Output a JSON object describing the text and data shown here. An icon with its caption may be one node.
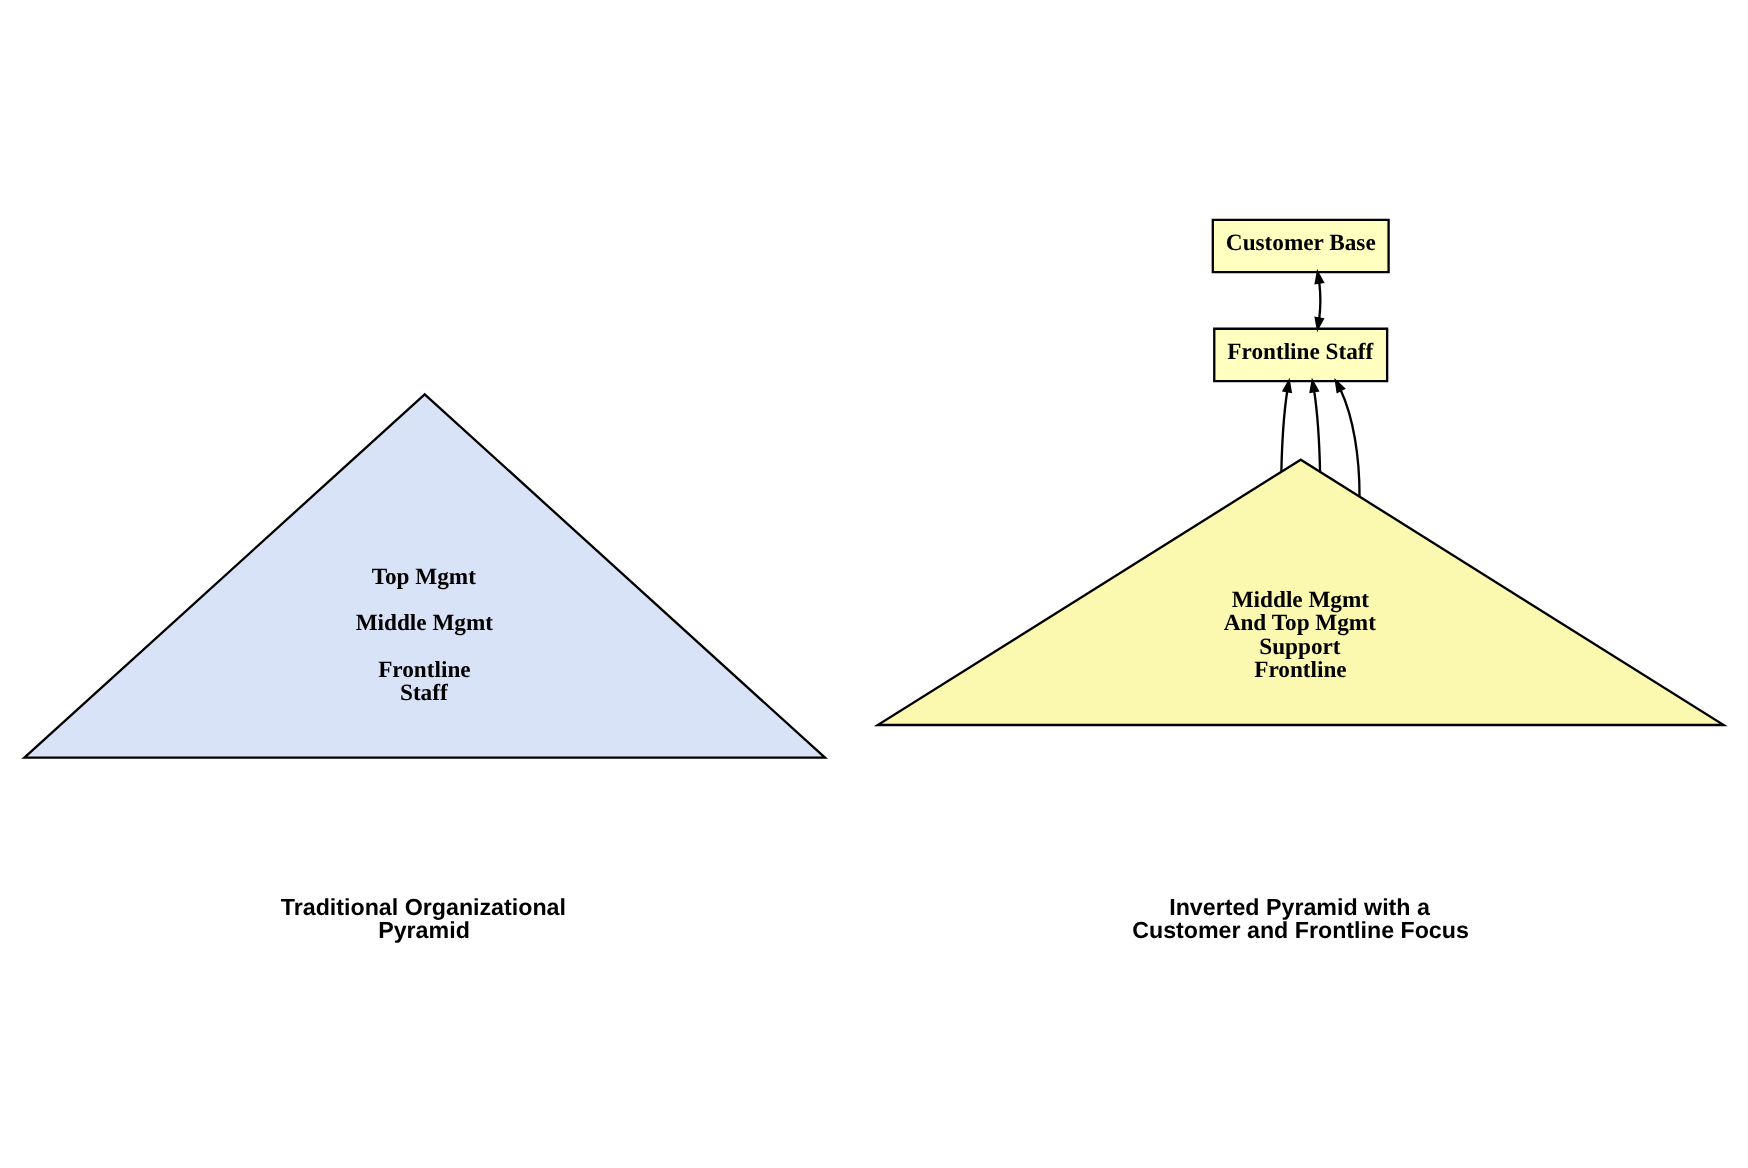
{
  "diagram": {
    "nodes": [
      {
        "text": [
          "Top Mgmt",
          "Middle Mgmt",
          "Frontline Staff"
        ]
      },
      {
        "text": [
          "Customer Base"
        ]
      },
      {
        "text": [
          "Frontline Staff"
        ]
      },
      {
        "text": [
          "Middle Mgmt And Top Mgmt Support Frontline"
        ]
      }
    ],
    "labels": [
      "Traditional Organizational Pyramid",
      "Inverted Pyramid with a Customer and Frontline Focus"
    ],
    "edges": [
      {
        "from": 1,
        "to": 2,
        "arrow": "both"
      },
      {
        "from": 3,
        "to": 2,
        "arrow": "to"
      },
      {
        "from": 3,
        "to": 2,
        "arrow": "to"
      },
      {
        "from": 3,
        "to": 2,
        "arrow": "to"
      }
    ]
  }
}
